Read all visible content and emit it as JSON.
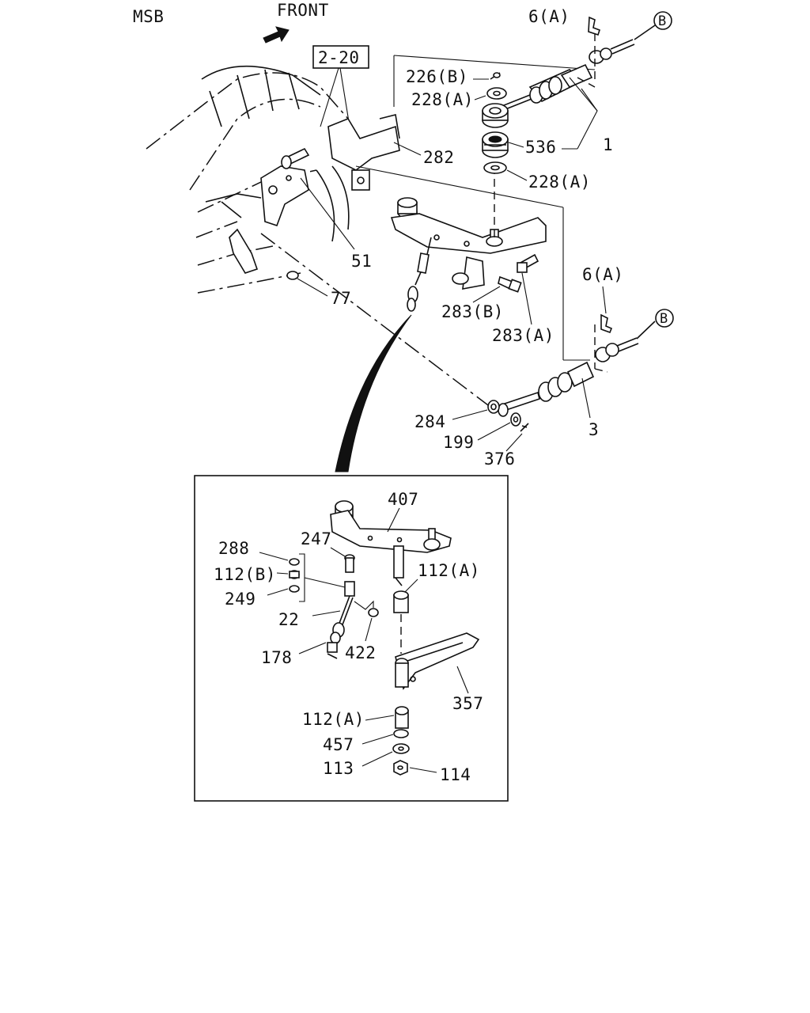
{
  "header": {
    "model_code": "MSB",
    "direction_label": "FRONT"
  },
  "reference_box": "2-20",
  "circle_ref": "B",
  "callouts": {
    "p6a_top": "6(A)",
    "p226b": "226(B)",
    "p228a_top": "228(A)",
    "p536": "536",
    "p1": "1",
    "p228a_low": "228(A)",
    "p282": "282",
    "p51": "51",
    "p77": "77",
    "p283b": "283(B)",
    "p283a": "283(A)",
    "p6a_mid": "6(A)",
    "p3": "3",
    "p284": "284",
    "p199": "199",
    "p376": "376"
  },
  "detail": {
    "p407": "407",
    "p288": "288",
    "p247": "247",
    "p112b": "112(B)",
    "p249": "249",
    "p112a_top": "112(A)",
    "p22": "22",
    "p178": "178",
    "p422": "422",
    "p357": "357",
    "p112a_low": "112(A)",
    "p457": "457",
    "p113": "113",
    "p114": "114"
  }
}
